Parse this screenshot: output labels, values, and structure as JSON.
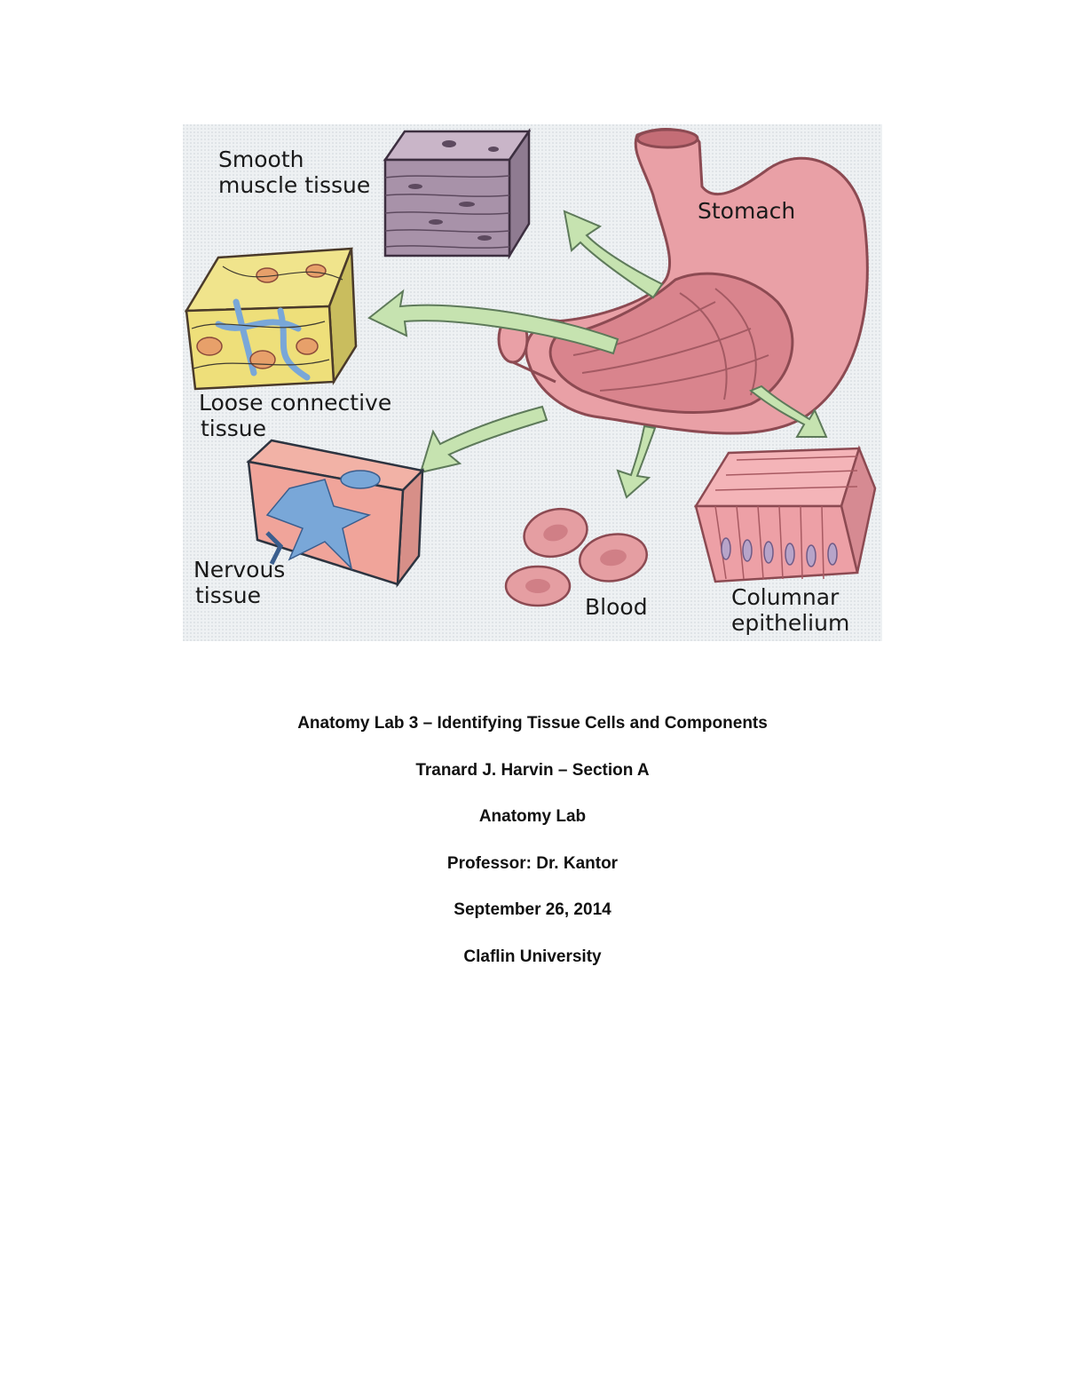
{
  "figure": {
    "labels": {
      "smooth_muscle": [
        "Smooth",
        "muscle tissue"
      ],
      "stomach": "Stomach",
      "loose_connective": [
        "Loose connective",
        "tissue"
      ],
      "nervous": [
        "Nervous",
        "tissue"
      ],
      "blood": "Blood",
      "columnar": [
        "Columnar",
        "epithelium"
      ]
    },
    "colors": {
      "background": "#e8ecef",
      "stomach": "#e9a0a6",
      "arrow": "#c6e3b0",
      "muscle": "#a892a9",
      "connective": "#eedf7a",
      "nerve": "#79a7d8",
      "blood": "#e59ea2"
    }
  },
  "cover": {
    "title": "Anatomy Lab 3 – Identifying Tissue Cells and Components",
    "author": "Tranard J. Harvin – Section A",
    "course": "Anatomy Lab",
    "professor": "Professor: Dr. Kantor",
    "date": "September 26, 2014",
    "institution": "Claflin University"
  }
}
